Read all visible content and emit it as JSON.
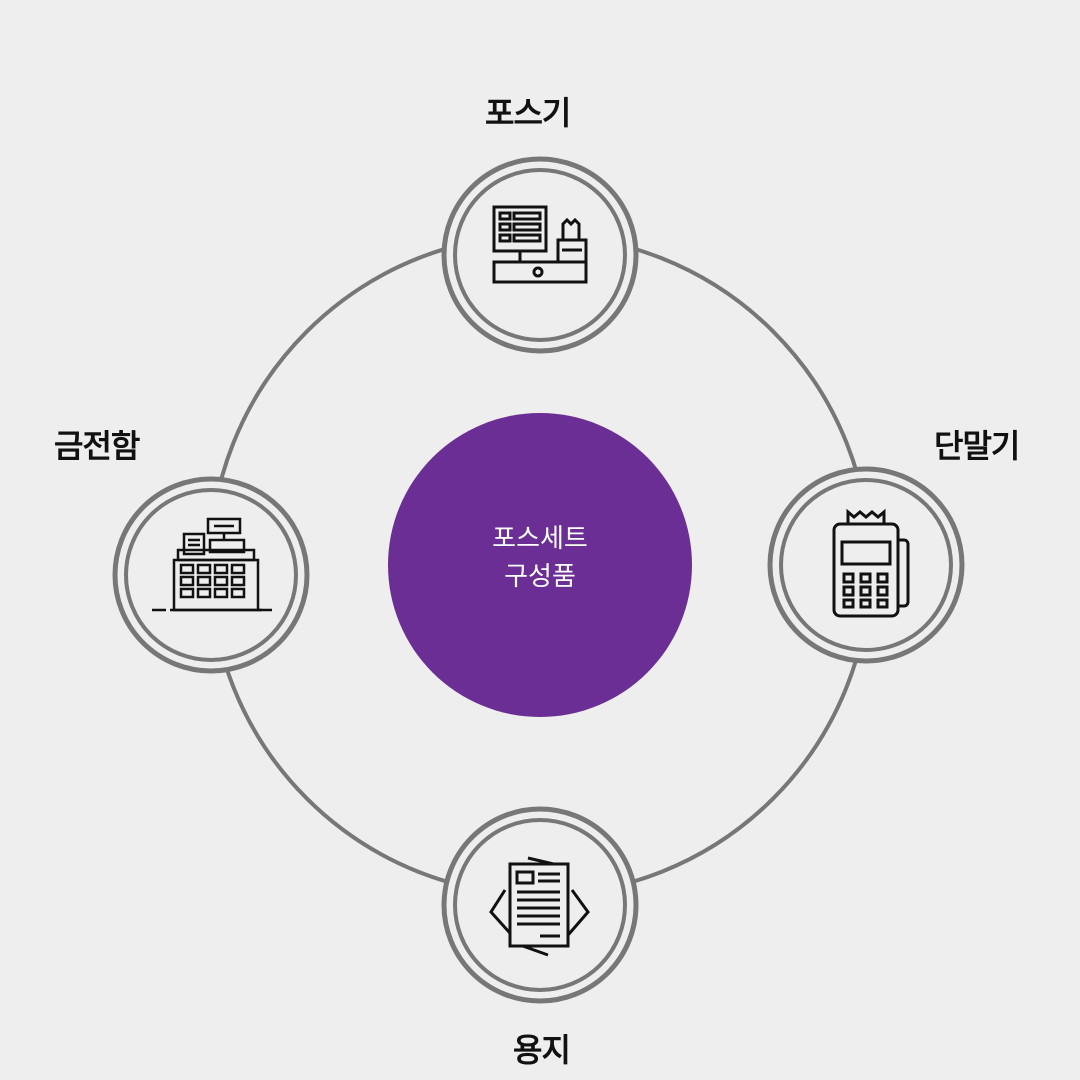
{
  "center": {
    "line1": "포스세트",
    "line2": "구성품"
  },
  "nodes": {
    "top": {
      "label": "포스기",
      "icon": "pos-terminal-icon"
    },
    "right": {
      "label": "단말기",
      "icon": "card-terminal-icon"
    },
    "bottom": {
      "label": "용지",
      "icon": "receipt-paper-icon"
    },
    "left": {
      "label": "금전함",
      "icon": "cash-register-icon"
    }
  },
  "colors": {
    "background": "#eeeeee",
    "center_fill": "#6b2e94",
    "ring": "#777777",
    "icon_stroke": "#111111"
  }
}
